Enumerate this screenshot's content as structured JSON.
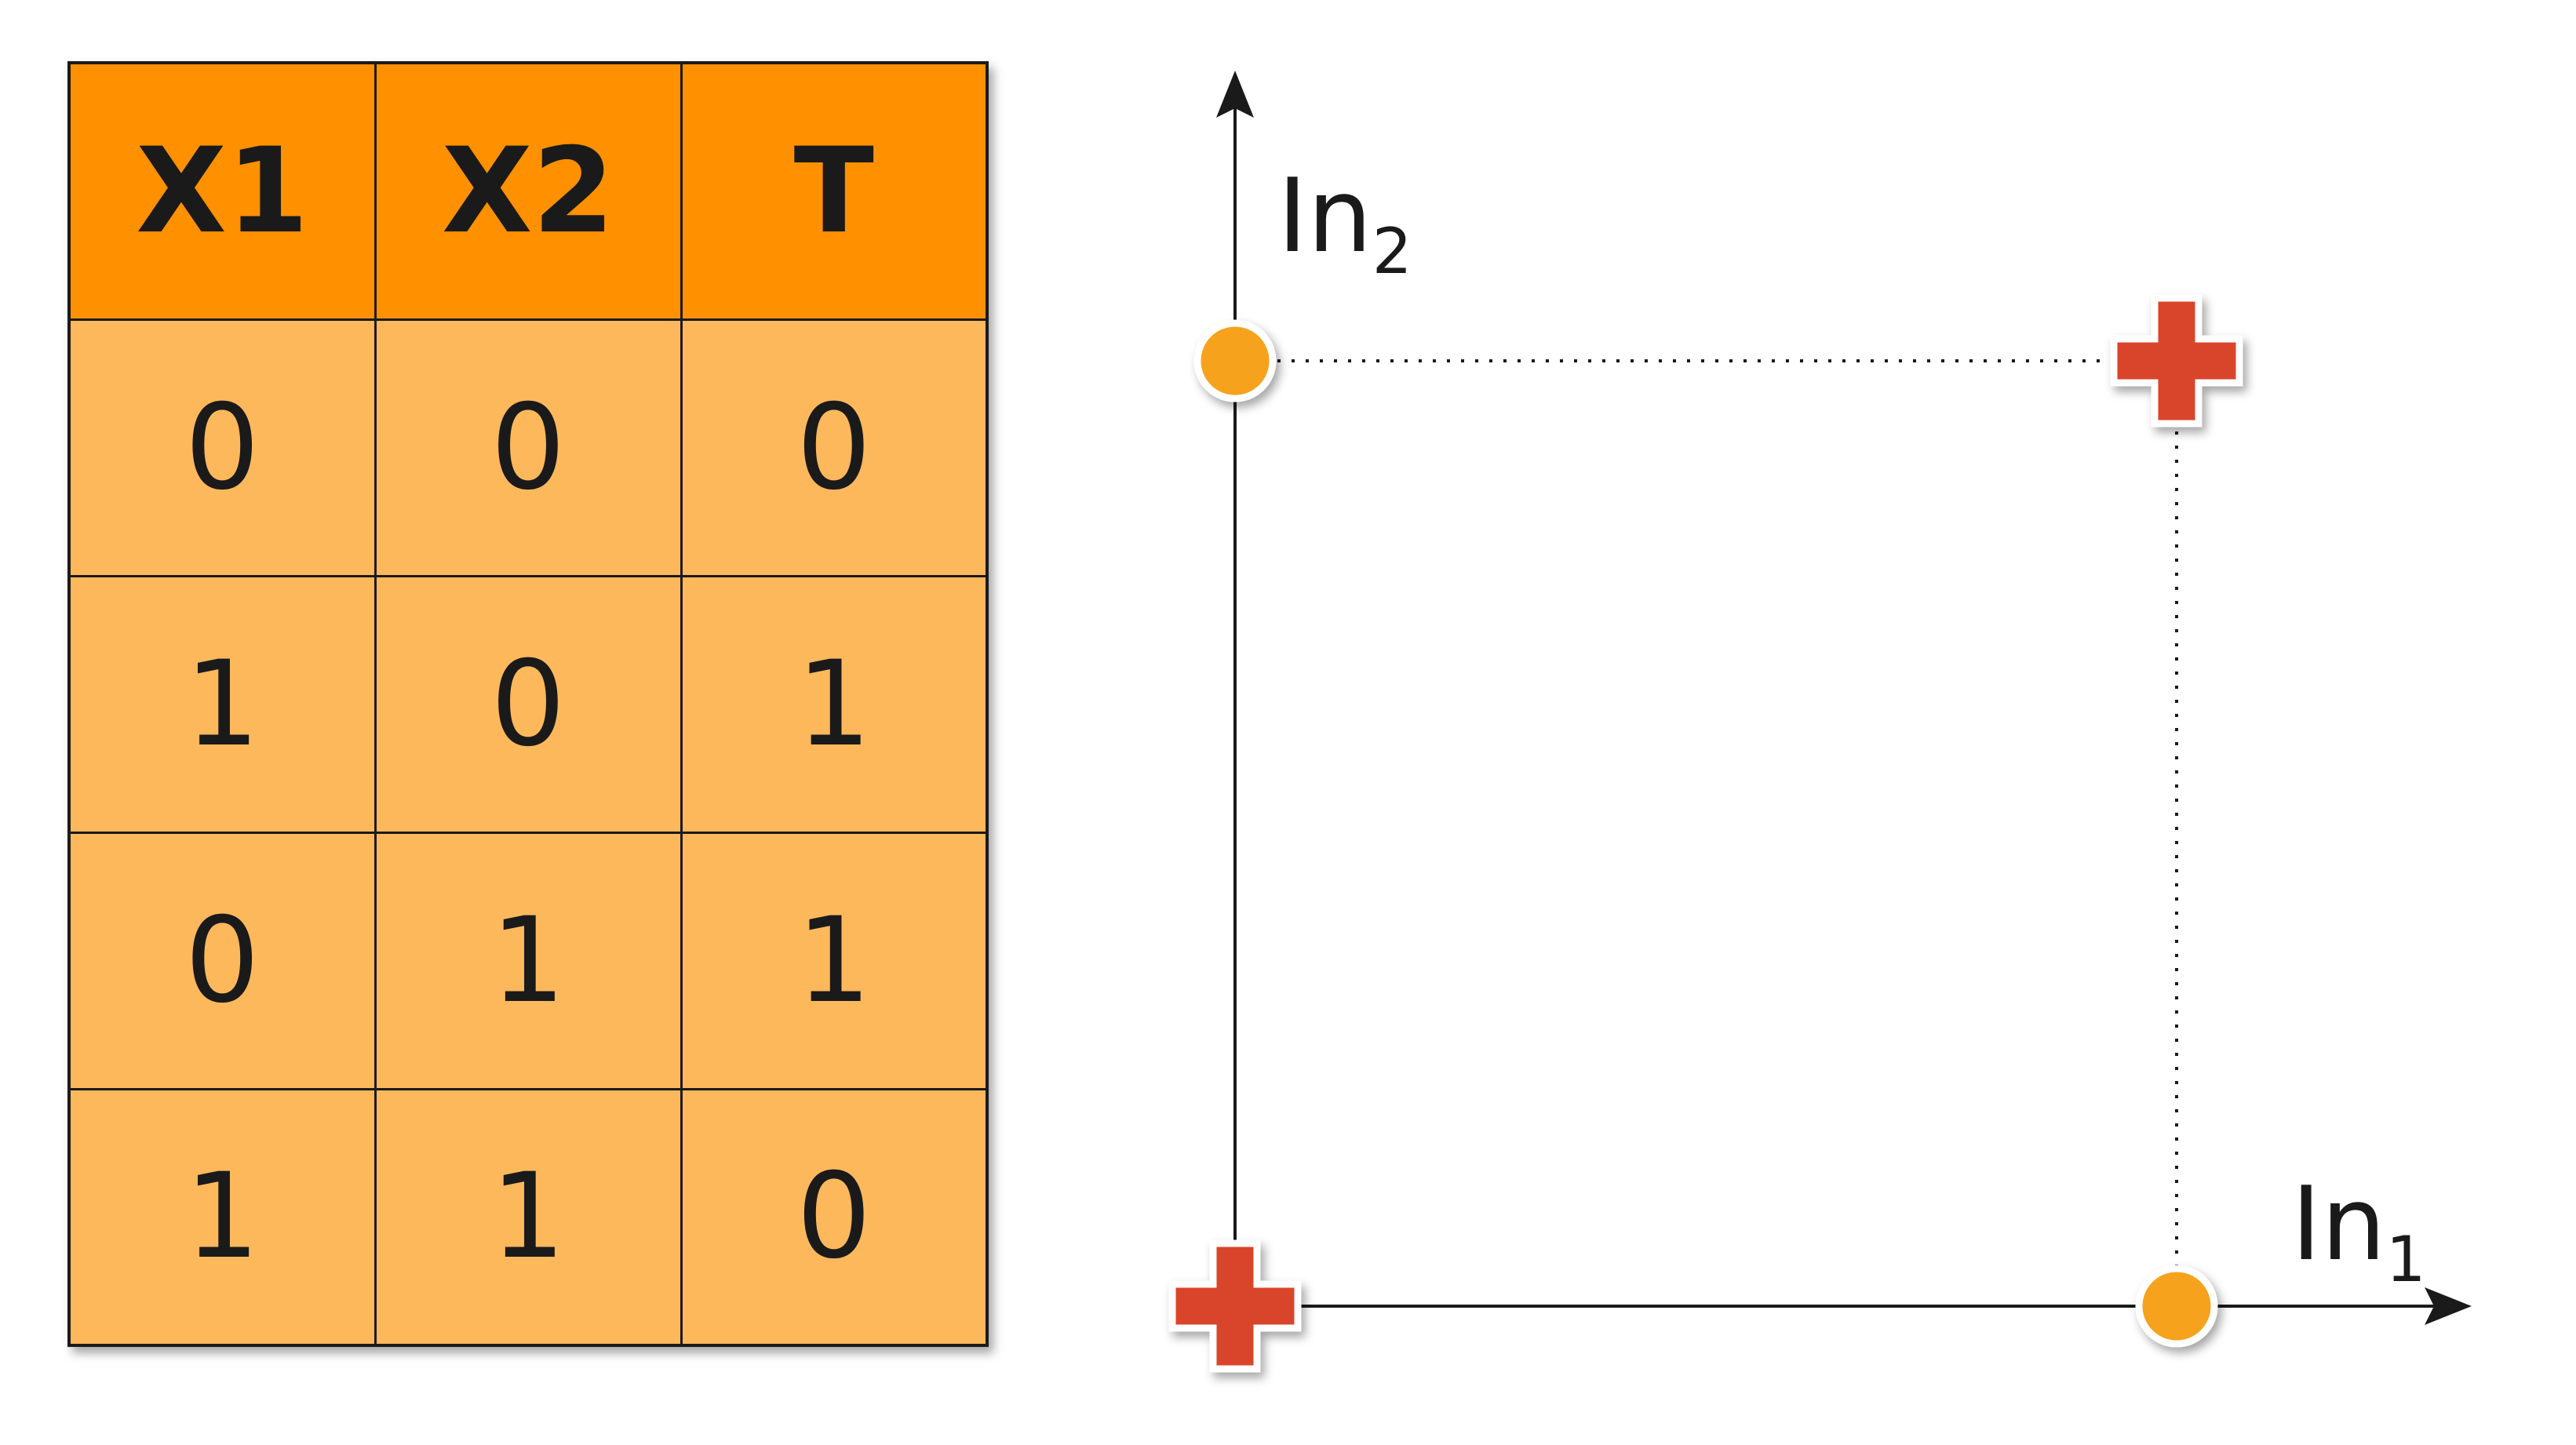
{
  "table": {
    "headers": [
      "X1",
      "X2",
      "T"
    ],
    "rows": [
      [
        "0",
        "0",
        "0"
      ],
      [
        "1",
        "0",
        "1"
      ],
      [
        "0",
        "1",
        "1"
      ],
      [
        "1",
        "1",
        "0"
      ]
    ]
  },
  "plot": {
    "x_axis": {
      "label": "In",
      "subscript": "1"
    },
    "y_axis": {
      "label": "In",
      "subscript": "2"
    },
    "points": [
      {
        "in1": 0,
        "in2": 0,
        "marker": "plus"
      },
      {
        "in1": 1,
        "in2": 0,
        "marker": "circle"
      },
      {
        "in1": 0,
        "in2": 1,
        "marker": "circle"
      },
      {
        "in1": 1,
        "in2": 1,
        "marker": "plus"
      }
    ]
  },
  "colors": {
    "header_fill": "#ff9000",
    "cell_fill": "#fdb85c",
    "circle_fill": "#f7a21a",
    "plus_fill": "#d9452b",
    "line": "#1a1a1a"
  }
}
